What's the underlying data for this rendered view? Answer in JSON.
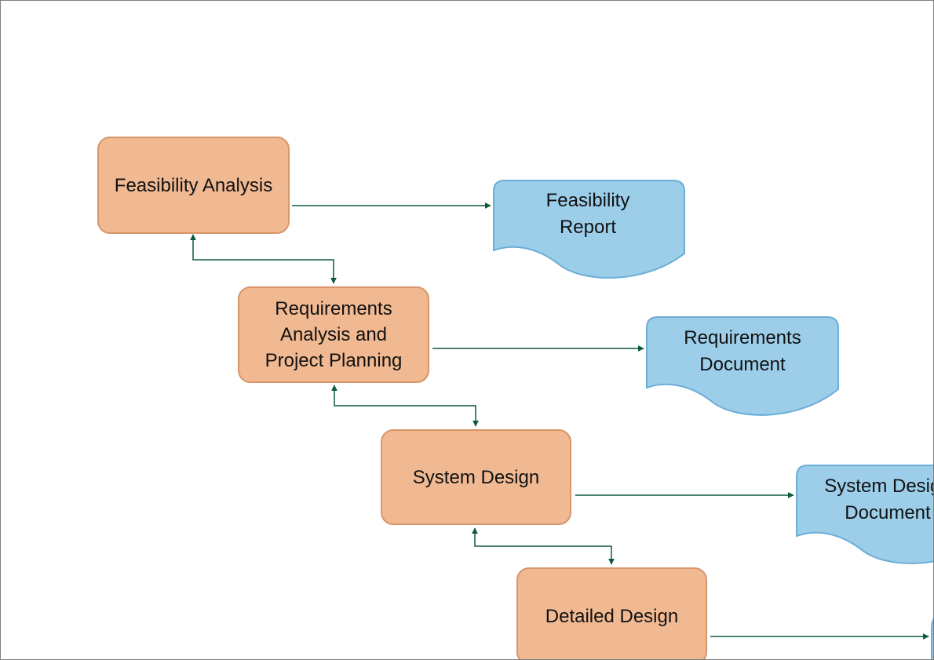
{
  "colors": {
    "process_fill": "#f0b992",
    "process_stroke": "#d9956a",
    "document_fill": "#9ccde9",
    "document_stroke": "#6baed6",
    "connector": "#0e5a3c"
  },
  "processes": [
    {
      "id": "feasibility",
      "label": "Feasibility Analysis"
    },
    {
      "id": "requirements",
      "label": "Requirements Analysis and Project Planning"
    },
    {
      "id": "system",
      "label": "System Design"
    },
    {
      "id": "detailed",
      "label": "Detailed Design"
    }
  ],
  "documents": [
    {
      "id": "feasibility-report",
      "label": "Feasibility Report"
    },
    {
      "id": "requirements-document",
      "label": "Requirements Document"
    },
    {
      "id": "system-design-document",
      "label": "System Design Document"
    }
  ]
}
